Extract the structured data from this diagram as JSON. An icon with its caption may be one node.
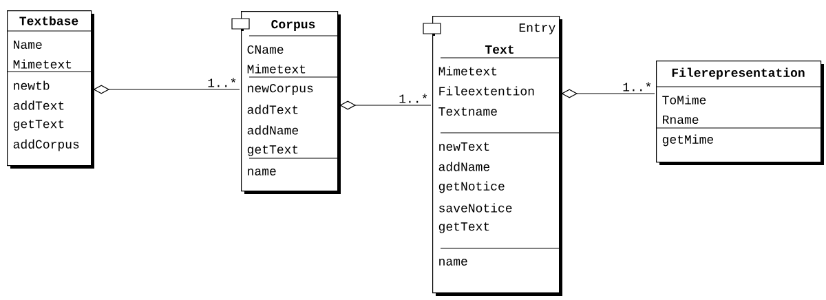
{
  "diagram": {
    "nodes": [
      {
        "text": [
          "Textbase",
          "Name",
          "Mimetext",
          "newtb",
          "addText",
          "getText",
          "addCorpus"
        ]
      },
      {
        "text": [
          "Corpus",
          "CName",
          "Mimetext",
          "newCorpus",
          "addText",
          "addName",
          "getText",
          "name"
        ]
      },
      {
        "text": [
          "Entry",
          "Text",
          "Mimetext",
          "Fileextention",
          "Textname",
          "newText",
          "addName",
          "getNotice",
          "saveNotice",
          "getText",
          "name"
        ]
      },
      {
        "text": [
          "Filerepresentation",
          "ToMime",
          "Rname",
          "getMime"
        ]
      }
    ],
    "edges": [
      {
        "from": 0,
        "to": 1,
        "arrow": "other",
        "label": "1..*"
      },
      {
        "from": 1,
        "to": 2,
        "arrow": "other",
        "label": "1..*"
      },
      {
        "from": 2,
        "to": 3,
        "arrow": "other",
        "label": "1..*"
      }
    ]
  }
}
